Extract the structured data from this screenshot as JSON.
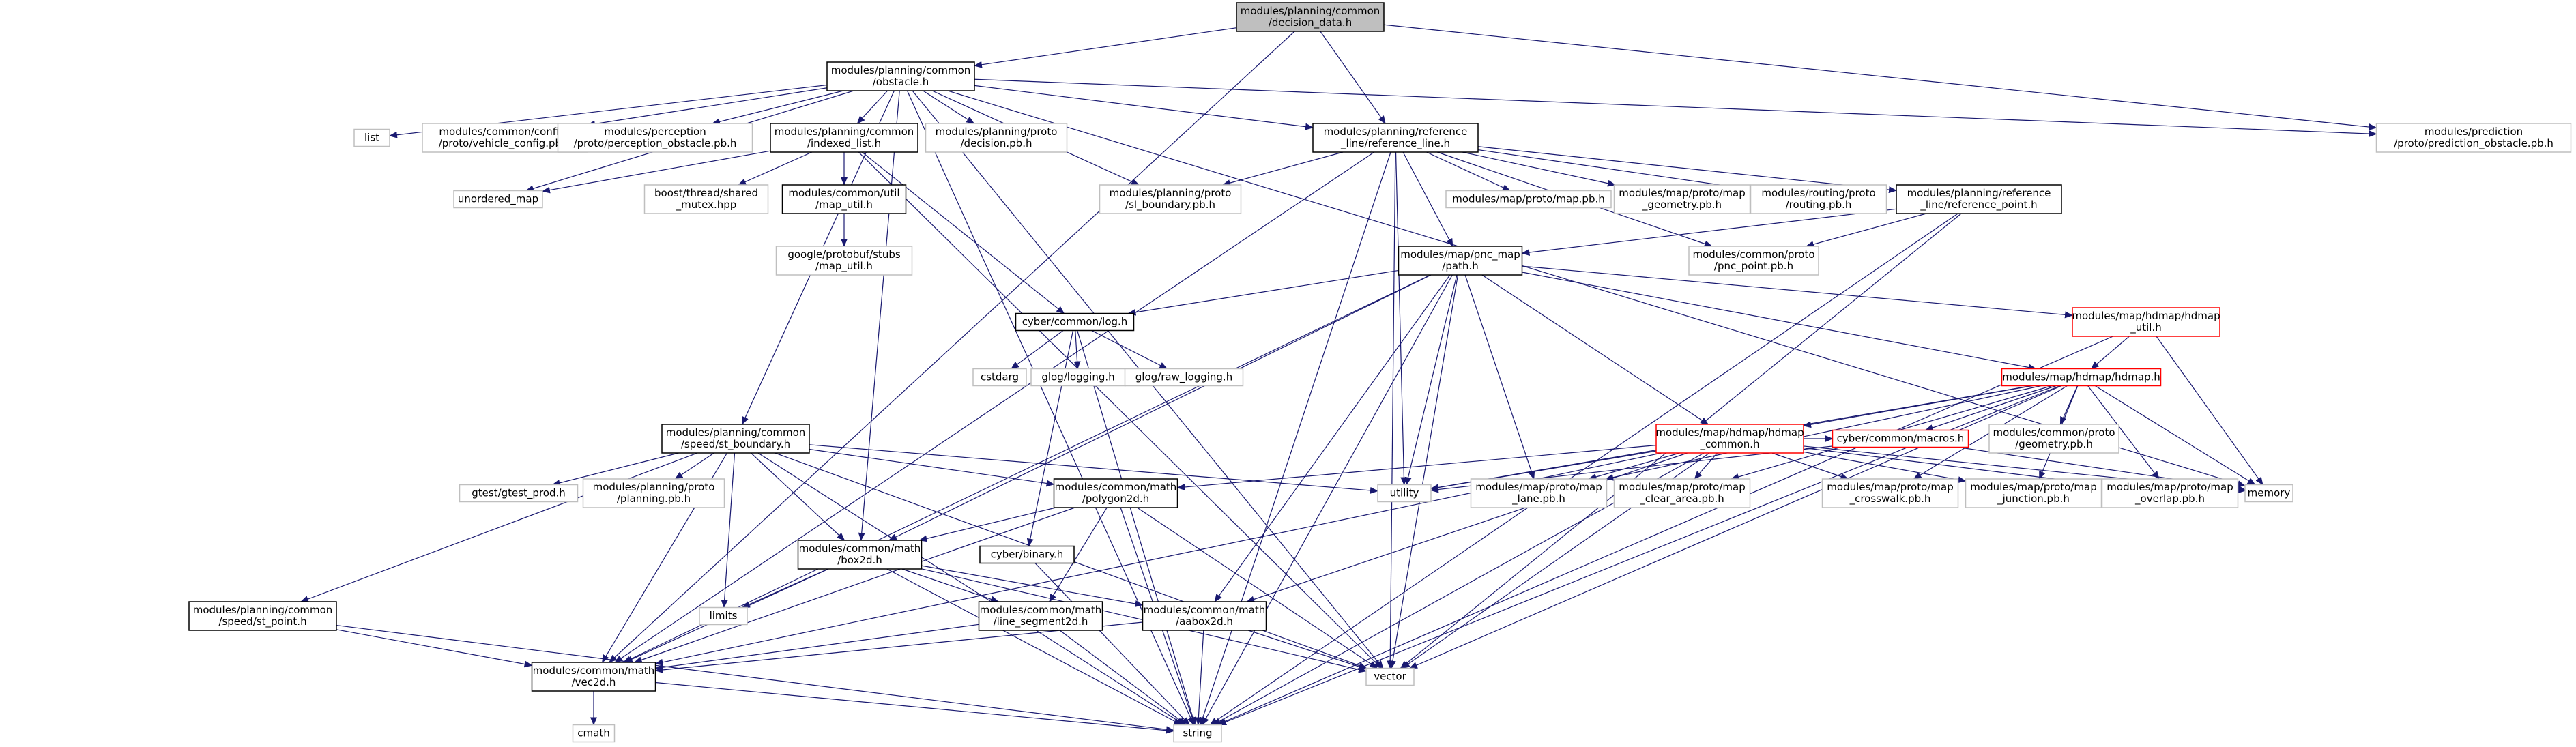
{
  "title": "modules/planning/common/decision_data.h",
  "colors": {
    "edge": "#191970",
    "box_black": "#000000",
    "box_gray": "#bfbfbf",
    "box_red": "#ff0000",
    "root_fill": "#bfbfbf"
  },
  "nodes": {
    "decision_data": {
      "lines": [
        "modules/planning/common",
        "/decision_data.h"
      ],
      "style": "root"
    },
    "obstacle": {
      "lines": [
        "modules/planning/common",
        "/obstacle.h"
      ],
      "style": "black"
    },
    "list": {
      "lines": [
        "list"
      ],
      "style": "gray"
    },
    "vehicle_config": {
      "lines": [
        "modules/common/configs",
        "/proto/vehicle_config.pb.h"
      ],
      "style": "gray"
    },
    "perception_obstacle": {
      "lines": [
        "modules/perception",
        "/proto/perception_obstacle.pb.h"
      ],
      "style": "gray"
    },
    "indexed_list": {
      "lines": [
        "modules/planning/common",
        "/indexed_list.h"
      ],
      "style": "black"
    },
    "decision_pb": {
      "lines": [
        "modules/planning/proto",
        "/decision.pb.h"
      ],
      "style": "gray"
    },
    "reference_line": {
      "lines": [
        "modules/planning/reference",
        "_line/reference_line.h"
      ],
      "style": "black"
    },
    "prediction_obstacle": {
      "lines": [
        "modules/prediction",
        "/proto/prediction_obstacle.pb.h"
      ],
      "style": "gray"
    },
    "unordered_map": {
      "lines": [
        "unordered_map"
      ],
      "style": "gray"
    },
    "shared_mutex": {
      "lines": [
        "boost/thread/shared",
        "_mutex.hpp"
      ],
      "style": "gray"
    },
    "map_util": {
      "lines": [
        "modules/common/util",
        "/map_util.h"
      ],
      "style": "black"
    },
    "sl_boundary": {
      "lines": [
        "modules/planning/proto",
        "/sl_boundary.pb.h"
      ],
      "style": "gray"
    },
    "map_pb": {
      "lines": [
        "modules/map/proto/map.pb.h"
      ],
      "style": "gray"
    },
    "map_geometry": {
      "lines": [
        "modules/map/proto/map",
        "_geometry.pb.h"
      ],
      "style": "gray"
    },
    "routing_pb": {
      "lines": [
        "modules/routing/proto",
        "/routing.pb.h"
      ],
      "style": "gray"
    },
    "reference_point": {
      "lines": [
        "modules/planning/reference",
        "_line/reference_point.h"
      ],
      "style": "black"
    },
    "stubs_map_util": {
      "lines": [
        "google/protobuf/stubs",
        "/map_util.h"
      ],
      "style": "gray"
    },
    "pnc_map_path": {
      "lines": [
        "modules/map/pnc_map",
        "/path.h"
      ],
      "style": "black"
    },
    "pnc_point": {
      "lines": [
        "modules/common/proto",
        "/pnc_point.pb.h"
      ],
      "style": "gray"
    },
    "log": {
      "lines": [
        "cyber/common/log.h"
      ],
      "style": "black"
    },
    "hdmap_util": {
      "lines": [
        "modules/map/hdmap/hdmap",
        "_util.h"
      ],
      "style": "red"
    },
    "cstdarg": {
      "lines": [
        "cstdarg"
      ],
      "style": "gray"
    },
    "glog_logging": {
      "lines": [
        "glog/logging.h"
      ],
      "style": "gray"
    },
    "raw_logging": {
      "lines": [
        "glog/raw_logging.h"
      ],
      "style": "gray"
    },
    "hdmap": {
      "lines": [
        "modules/map/hdmap/hdmap.h"
      ],
      "style": "red"
    },
    "st_boundary": {
      "lines": [
        "modules/planning/common",
        "/speed/st_boundary.h"
      ],
      "style": "black"
    },
    "hdmap_common": {
      "lines": [
        "modules/map/hdmap/hdmap",
        "_common.h"
      ],
      "style": "red"
    },
    "macros": {
      "lines": [
        "cyber/common/macros.h"
      ],
      "style": "red"
    },
    "geometry_pb": {
      "lines": [
        "modules/common/proto",
        "/geometry.pb.h"
      ],
      "style": "gray"
    },
    "gtest_prod": {
      "lines": [
        "gtest/gtest_prod.h"
      ],
      "style": "gray"
    },
    "planning_pb": {
      "lines": [
        "modules/planning/proto",
        "/planning.pb.h"
      ],
      "style": "gray"
    },
    "polygon2d": {
      "lines": [
        "modules/common/math",
        "/polygon2d.h"
      ],
      "style": "black"
    },
    "utility": {
      "lines": [
        "utility"
      ],
      "style": "gray"
    },
    "lane_pb": {
      "lines": [
        "modules/map/proto/map",
        "_lane.pb.h"
      ],
      "style": "gray"
    },
    "clear_area_pb": {
      "lines": [
        "modules/map/proto/map",
        "_clear_area.pb.h"
      ],
      "style": "gray"
    },
    "crosswalk_pb": {
      "lines": [
        "modules/map/proto/map",
        "_crosswalk.pb.h"
      ],
      "style": "gray"
    },
    "junction_pb": {
      "lines": [
        "modules/map/proto/map",
        "_junction.pb.h"
      ],
      "style": "gray"
    },
    "overlap_pb": {
      "lines": [
        "modules/map/proto/map",
        "_overlap.pb.h"
      ],
      "style": "gray"
    },
    "memory": {
      "lines": [
        "memory"
      ],
      "style": "gray"
    },
    "box2d": {
      "lines": [
        "modules/common/math",
        "/box2d.h"
      ],
      "style": "black"
    },
    "binary": {
      "lines": [
        "cyber/binary.h"
      ],
      "style": "black"
    },
    "limits": {
      "lines": [
        "limits"
      ],
      "style": "gray"
    },
    "st_point": {
      "lines": [
        "modules/planning/common",
        "/speed/st_point.h"
      ],
      "style": "black"
    },
    "line_segment2d": {
      "lines": [
        "modules/common/math",
        "/line_segment2d.h"
      ],
      "style": "black"
    },
    "aabox2d": {
      "lines": [
        "modules/common/math",
        "/aabox2d.h"
      ],
      "style": "black"
    },
    "vector": {
      "lines": [
        "vector"
      ],
      "style": "gray"
    },
    "vec2d": {
      "lines": [
        "modules/common/math",
        "/vec2d.h"
      ],
      "style": "black"
    },
    "cmath": {
      "lines": [
        "cmath"
      ],
      "style": "gray"
    },
    "string": {
      "lines": [
        "string"
      ],
      "style": "gray"
    }
  },
  "edges": [
    [
      "decision_data",
      "obstacle"
    ],
    [
      "decision_data",
      "reference_line"
    ],
    [
      "decision_data",
      "prediction_obstacle"
    ],
    [
      "decision_data",
      "vec2d"
    ],
    [
      "obstacle",
      "list"
    ],
    [
      "obstacle",
      "vehicle_config"
    ],
    [
      "obstacle",
      "perception_obstacle"
    ],
    [
      "obstacle",
      "indexed_list"
    ],
    [
      "obstacle",
      "decision_pb"
    ],
    [
      "obstacle",
      "reference_line"
    ],
    [
      "obstacle",
      "prediction_obstacle"
    ],
    [
      "obstacle",
      "unordered_map"
    ],
    [
      "obstacle",
      "sl_boundary"
    ],
    [
      "obstacle",
      "st_boundary"
    ],
    [
      "obstacle",
      "box2d"
    ],
    [
      "obstacle",
      "vector"
    ],
    [
      "obstacle",
      "memory"
    ],
    [
      "obstacle",
      "string"
    ],
    [
      "indexed_list",
      "unordered_map"
    ],
    [
      "indexed_list",
      "shared_mutex"
    ],
    [
      "indexed_list",
      "map_util"
    ],
    [
      "indexed_list",
      "log"
    ],
    [
      "indexed_list",
      "vector"
    ],
    [
      "map_util",
      "stubs_map_util"
    ],
    [
      "reference_line",
      "sl_boundary"
    ],
    [
      "reference_line",
      "map_pb"
    ],
    [
      "reference_line",
      "map_geometry"
    ],
    [
      "reference_line",
      "routing_pb"
    ],
    [
      "reference_line",
      "reference_point"
    ],
    [
      "reference_line",
      "pnc_map_path"
    ],
    [
      "reference_line",
      "pnc_point"
    ],
    [
      "reference_line",
      "utility"
    ],
    [
      "reference_line",
      "vector"
    ],
    [
      "reference_line",
      "vec2d"
    ],
    [
      "reference_line",
      "string"
    ],
    [
      "reference_point",
      "pnc_map_path"
    ],
    [
      "reference_point",
      "pnc_point"
    ],
    [
      "reference_point",
      "vector"
    ],
    [
      "reference_point",
      "string"
    ],
    [
      "pnc_map_path",
      "log"
    ],
    [
      "pnc_map_path",
      "hdmap_util"
    ],
    [
      "pnc_map_path",
      "hdmap"
    ],
    [
      "pnc_map_path",
      "hdmap_common"
    ],
    [
      "pnc_map_path",
      "box2d"
    ],
    [
      "pnc_map_path",
      "vec2d"
    ],
    [
      "pnc_map_path",
      "utility"
    ],
    [
      "pnc_map_path",
      "lane_pb"
    ],
    [
      "pnc_map_path",
      "vector"
    ],
    [
      "pnc_map_path",
      "string"
    ],
    [
      "pnc_map_path",
      "aabox2d"
    ],
    [
      "log",
      "cstdarg"
    ],
    [
      "log",
      "glog_logging"
    ],
    [
      "log",
      "raw_logging"
    ],
    [
      "log",
      "binary"
    ],
    [
      "log",
      "string"
    ],
    [
      "hdmap_util",
      "hdmap"
    ],
    [
      "hdmap_util",
      "memory"
    ],
    [
      "hdmap_util",
      "string"
    ],
    [
      "hdmap",
      "hdmap_common"
    ],
    [
      "hdmap",
      "macros"
    ],
    [
      "hdmap",
      "geometry_pb"
    ],
    [
      "hdmap",
      "utility"
    ],
    [
      "hdmap",
      "lane_pb"
    ],
    [
      "hdmap",
      "clear_area_pb"
    ],
    [
      "hdmap",
      "crosswalk_pb"
    ],
    [
      "hdmap",
      "junction_pb"
    ],
    [
      "hdmap",
      "overlap_pb"
    ],
    [
      "hdmap",
      "memory"
    ],
    [
      "hdmap",
      "vector"
    ],
    [
      "hdmap",
      "string"
    ],
    [
      "hdmap_common",
      "macros"
    ],
    [
      "hdmap_common",
      "polygon2d"
    ],
    [
      "hdmap_common",
      "utility"
    ],
    [
      "hdmap_common",
      "lane_pb"
    ],
    [
      "hdmap_common",
      "clear_area_pb"
    ],
    [
      "hdmap_common",
      "crosswalk_pb"
    ],
    [
      "hdmap_common",
      "junction_pb"
    ],
    [
      "hdmap_common",
      "overlap_pb"
    ],
    [
      "hdmap_common",
      "memory"
    ],
    [
      "hdmap_common",
      "vector"
    ],
    [
      "hdmap_common",
      "string"
    ],
    [
      "hdmap_common",
      "aabox2d"
    ],
    [
      "hdmap_common",
      "vec2d"
    ],
    [
      "macros",
      "utility"
    ],
    [
      "macros",
      "memory"
    ],
    [
      "st_boundary",
      "gtest_prod"
    ],
    [
      "st_boundary",
      "planning_pb"
    ],
    [
      "st_boundary",
      "polygon2d"
    ],
    [
      "st_boundary",
      "utility"
    ],
    [
      "st_boundary",
      "box2d"
    ],
    [
      "st_boundary",
      "st_point"
    ],
    [
      "st_boundary",
      "limits"
    ],
    [
      "st_boundary",
      "vec2d"
    ],
    [
      "st_boundary",
      "vector"
    ],
    [
      "st_boundary",
      "string"
    ],
    [
      "polygon2d",
      "box2d"
    ],
    [
      "polygon2d",
      "line_segment2d"
    ],
    [
      "polygon2d",
      "vec2d"
    ],
    [
      "polygon2d",
      "vector"
    ],
    [
      "polygon2d",
      "string"
    ],
    [
      "box2d",
      "limits"
    ],
    [
      "box2d",
      "line_segment2d"
    ],
    [
      "box2d",
      "aabox2d"
    ],
    [
      "box2d",
      "vec2d"
    ],
    [
      "box2d",
      "vector"
    ],
    [
      "box2d",
      "string"
    ],
    [
      "binary",
      "string"
    ],
    [
      "st_point",
      "vec2d"
    ],
    [
      "st_point",
      "string"
    ],
    [
      "line_segment2d",
      "vec2d"
    ],
    [
      "line_segment2d",
      "string"
    ],
    [
      "aabox2d",
      "vec2d"
    ],
    [
      "aabox2d",
      "vector"
    ],
    [
      "aabox2d",
      "string"
    ],
    [
      "vec2d",
      "cmath"
    ],
    [
      "vec2d",
      "string"
    ]
  ]
}
